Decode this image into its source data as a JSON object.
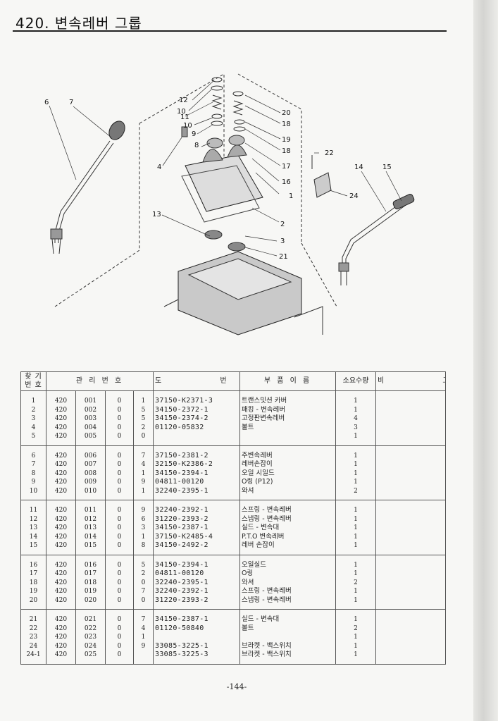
{
  "title": "420. 변속레버 그룹",
  "page_number": "-144-",
  "diagram": {
    "callouts": [
      "1",
      "2",
      "3",
      "4",
      "6",
      "7",
      "8",
      "9",
      "10",
      "10",
      "11",
      "12",
      "13",
      "14",
      "15",
      "16",
      "17",
      "18",
      "18",
      "19",
      "20",
      "21",
      "22",
      "24"
    ]
  },
  "table": {
    "headers": {
      "no": "찾 기\n번 호",
      "mgmt": "관 리 번 호",
      "drawing": "도 번",
      "name": "부 품 이 름",
      "qty": "소요수량",
      "remarks": "비 고"
    },
    "groups": [
      [
        {
          "no": "1",
          "a": "420",
          "b": "001",
          "c": "0",
          "d": "1",
          "drawing": "37150-K2371-3",
          "name": "트랜스밋션 카버",
          "qty": "1"
        },
        {
          "no": "2",
          "a": "420",
          "b": "002",
          "c": "0",
          "d": "5",
          "drawing": "34150-2372-1",
          "name": "패킹 - 변속레버",
          "qty": "1"
        },
        {
          "no": "3",
          "a": "420",
          "b": "003",
          "c": "0",
          "d": "5",
          "drawing": "34150-2374-2",
          "name": "고정판변속레버",
          "qty": "4"
        },
        {
          "no": "4",
          "a": "420",
          "b": "004",
          "c": "0",
          "d": "2",
          "drawing": "01120-05832",
          "name": "볼트",
          "qty": "3"
        },
        {
          "no": "5",
          "a": "420",
          "b": "005",
          "c": "0",
          "d": "0",
          "drawing": "",
          "name": "",
          "qty": "1"
        }
      ],
      [
        {
          "no": "6",
          "a": "420",
          "b": "006",
          "c": "0",
          "d": "7",
          "drawing": "37150-2381-2",
          "name": "주변속레버",
          "qty": "1"
        },
        {
          "no": "7",
          "a": "420",
          "b": "007",
          "c": "0",
          "d": "4",
          "drawing": "32150-K2386-2",
          "name": "레버손잡이",
          "qty": "1"
        },
        {
          "no": "8",
          "a": "420",
          "b": "008",
          "c": "0",
          "d": "1",
          "drawing": "34150-2394-1",
          "name": "오일 시일드",
          "qty": "1"
        },
        {
          "no": "9",
          "a": "420",
          "b": "009",
          "c": "0",
          "d": "9",
          "drawing": "04811-00120",
          "name": "O링 (P12)",
          "qty": "1"
        },
        {
          "no": "10",
          "a": "420",
          "b": "010",
          "c": "0",
          "d": "1",
          "drawing": "32240-2395-1",
          "name": "와셔",
          "qty": "2"
        }
      ],
      [
        {
          "no": "11",
          "a": "420",
          "b": "011",
          "c": "0",
          "d": "9",
          "drawing": "32240-2392-1",
          "name": "스프링 - 변속레버",
          "qty": "1"
        },
        {
          "no": "12",
          "a": "420",
          "b": "012",
          "c": "0",
          "d": "6",
          "drawing": "31220-2393-2",
          "name": "스냅링 - 변속레버",
          "qty": "1"
        },
        {
          "no": "13",
          "a": "420",
          "b": "013",
          "c": "0",
          "d": "3",
          "drawing": "34150-2387-1",
          "name": "실드 - 변속대",
          "qty": "1"
        },
        {
          "no": "14",
          "a": "420",
          "b": "014",
          "c": "0",
          "d": "1",
          "drawing": "37150-K2485-4",
          "name": "P.T.O 변속레버",
          "qty": "1"
        },
        {
          "no": "15",
          "a": "420",
          "b": "015",
          "c": "0",
          "d": "8",
          "drawing": "34150-2492-2",
          "name": "레버 손잡이",
          "qty": "1"
        }
      ],
      [
        {
          "no": "16",
          "a": "420",
          "b": "016",
          "c": "0",
          "d": "5",
          "drawing": "34150-2394-1",
          "name": "오일실드",
          "qty": "1"
        },
        {
          "no": "17",
          "a": "420",
          "b": "017",
          "c": "0",
          "d": "2",
          "drawing": "04811-00120",
          "name": "O링",
          "qty": "1"
        },
        {
          "no": "18",
          "a": "420",
          "b": "018",
          "c": "0",
          "d": "0",
          "drawing": "32240-2395-1",
          "name": "와셔",
          "qty": "2"
        },
        {
          "no": "19",
          "a": "420",
          "b": "019",
          "c": "0",
          "d": "7",
          "drawing": "32240-2392-1",
          "name": "스프링 - 변속레버",
          "qty": "1"
        },
        {
          "no": "20",
          "a": "420",
          "b": "020",
          "c": "0",
          "d": "0",
          "drawing": "31220-2393-2",
          "name": "스냅링 - 변속레버",
          "qty": "1"
        }
      ],
      [
        {
          "no": "21",
          "a": "420",
          "b": "021",
          "c": "0",
          "d": "7",
          "drawing": "34150-2387-1",
          "name": "실드 - 변속대",
          "qty": "1"
        },
        {
          "no": "22",
          "a": "420",
          "b": "022",
          "c": "0",
          "d": "4",
          "drawing": "01120-50840",
          "name": "볼트",
          "qty": "2"
        },
        {
          "no": "23",
          "a": "420",
          "b": "023",
          "c": "0",
          "d": "1",
          "drawing": "",
          "name": "",
          "qty": "1"
        },
        {
          "no": "24",
          "a": "420",
          "b": "024",
          "c": "0",
          "d": "9",
          "drawing": "33085-3225-1",
          "name": "브라켓 - 백스위치",
          "qty": "1"
        },
        {
          "no": "24-1",
          "a": "420",
          "b": "025",
          "c": "0",
          "d": "",
          "drawing": "33085-3225-3",
          "name": "브라켓 - 백스위치",
          "qty": "1"
        }
      ]
    ]
  }
}
